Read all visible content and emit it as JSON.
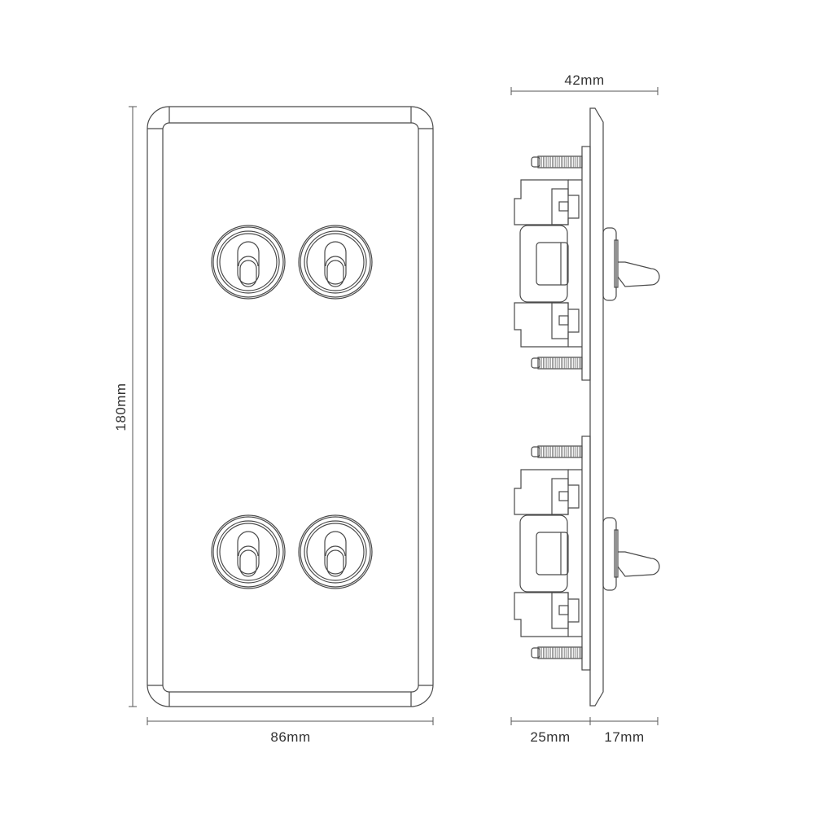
{
  "dimensions": {
    "height": "180mm",
    "width": "86mm",
    "depth_total": "42mm",
    "depth_back": "25mm",
    "depth_front": "17mm"
  },
  "front_view": {
    "toggle_count": 4
  },
  "side_view": {
    "mechanism_count": 2
  },
  "colors": {
    "line": "#4a4a4a",
    "background": "#ffffff"
  }
}
